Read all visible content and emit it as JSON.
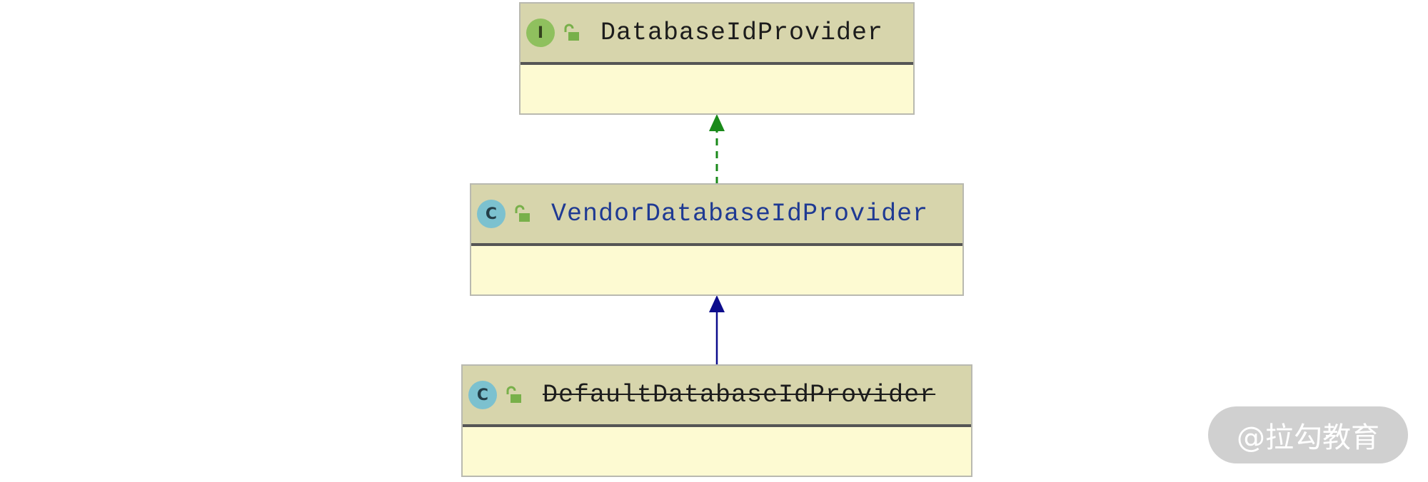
{
  "diagram": {
    "nodes": [
      {
        "id": "database-id-provider",
        "kind": "interface",
        "kind_letter": "I",
        "name": "DatabaseIdProvider",
        "style": "normal"
      },
      {
        "id": "vendor-database-id-provider",
        "kind": "class",
        "kind_letter": "C",
        "name": "VendorDatabaseIdProvider",
        "style": "blue"
      },
      {
        "id": "default-database-id-provider",
        "kind": "class",
        "kind_letter": "C",
        "name": "DefaultDatabaseIdProvider",
        "style": "deprecated"
      }
    ],
    "edges": [
      {
        "from": "vendor-database-id-provider",
        "to": "database-id-provider",
        "type": "implements",
        "line": "dashed",
        "color": "#1a8a1a"
      },
      {
        "from": "default-database-id-provider",
        "to": "vendor-database-id-provider",
        "type": "extends",
        "line": "solid",
        "color": "#0d0d8c"
      }
    ]
  },
  "colors": {
    "header": "#d7d5ac",
    "body": "#fdfad2",
    "interface_badge": "#8fc05e",
    "class_badge": "#7cc1cf",
    "lock": "#78b04a"
  },
  "watermark": {
    "text": "@拉勾教育"
  }
}
